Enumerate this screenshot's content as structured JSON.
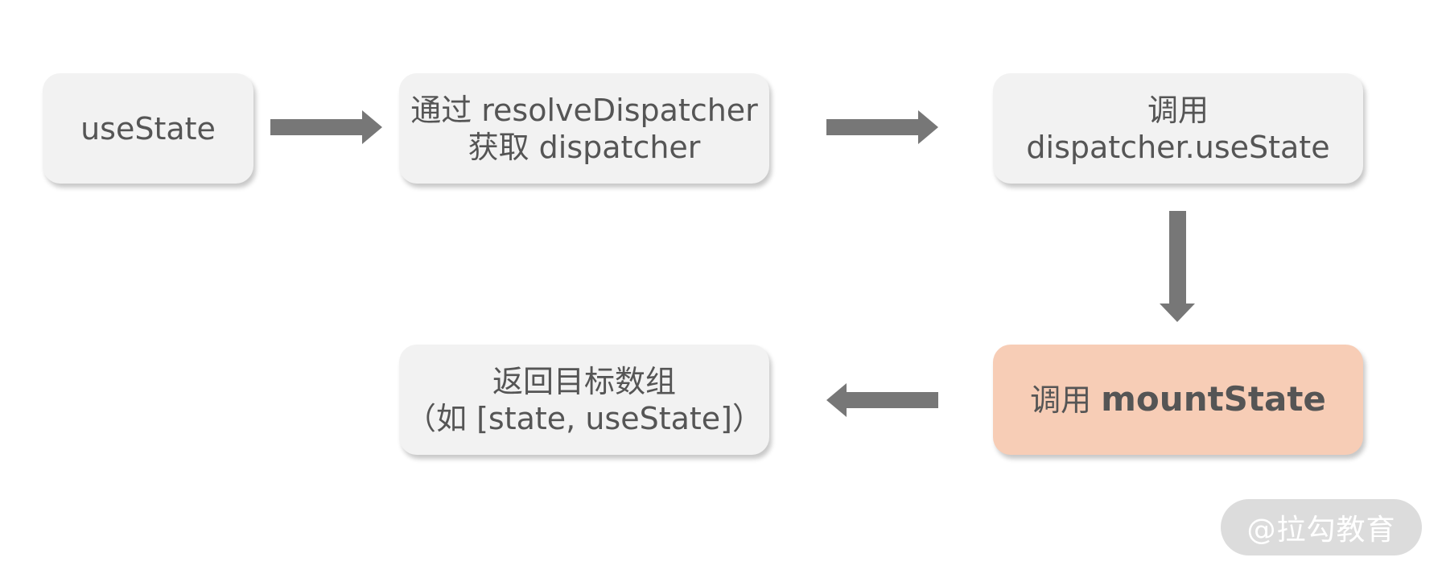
{
  "nodes": {
    "use_state": {
      "text": "useState"
    },
    "resolve_dispatcher": {
      "line1": "通过 resolveDispatcher",
      "line2": "获取 dispatcher"
    },
    "call_dispatcher": {
      "line1": "调用",
      "line2": "dispatcher.useState"
    },
    "mount_state": {
      "prefix": "调用 ",
      "emphasis": "mountState"
    },
    "return_array": {
      "line1": "返回目标数组",
      "line2": "（如 [state, useState]）"
    }
  },
  "colors": {
    "node_fill": "#f2f2f2",
    "highlight_fill": "#f7cdb6",
    "text": "#555555",
    "arrow": "#777777"
  },
  "watermark": {
    "text": "@拉勾教育"
  }
}
